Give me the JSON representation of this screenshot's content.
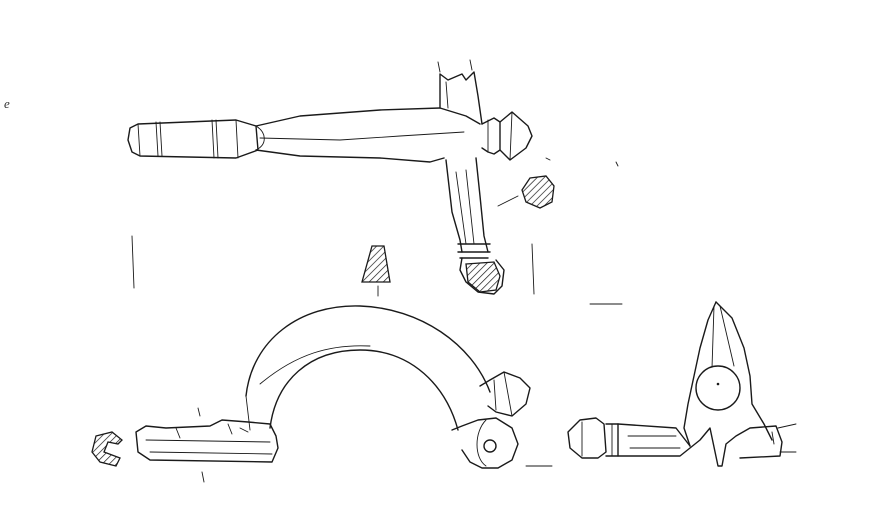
{
  "figure": {
    "label": "e",
    "style": "black-and-white archaeological line drawing",
    "views": [
      {
        "name": "top-view"
      },
      {
        "name": "side-view"
      },
      {
        "name": "end-view"
      },
      {
        "name": "section-hexagonal"
      },
      {
        "name": "section-trapezoid"
      },
      {
        "name": "section-catchplate"
      }
    ]
  }
}
